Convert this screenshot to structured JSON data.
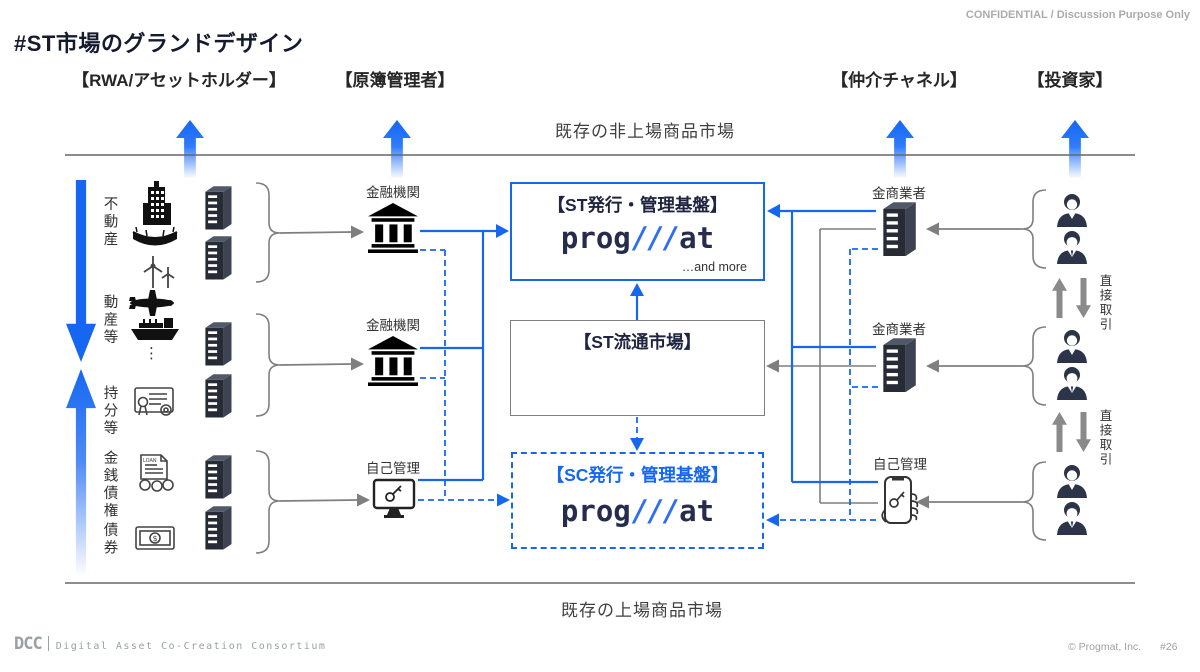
{
  "meta": {
    "confidential": "CONFIDENTIAL / Discussion Purpose Only",
    "copyright": "© Progmat, Inc.",
    "page_number": "#26"
  },
  "title": "#ST市場のグランドデザイン",
  "headers": {
    "rwa": "【RWA/アセットホルダー】",
    "registrar": "【原簿管理者】",
    "channel": "【仲介チャネル】",
    "investor": "【投資家】"
  },
  "markets": {
    "top": "既存の非上場商品市場",
    "bottom": "既存の上場商品市場"
  },
  "assets": {
    "labels": [
      "不動産",
      "動産等",
      "持分等",
      "金銭債権",
      "債券"
    ],
    "ellipsis": "⋮"
  },
  "registrar_nodes": {
    "fin1": "金融機関",
    "fin2": "金融機関",
    "self": "自己管理"
  },
  "channel_nodes": {
    "dealer1": "金商業者",
    "dealer2": "金商業者",
    "self": "自己管理"
  },
  "boxes": {
    "st_issue": {
      "title": "【ST発行・管理基盤】",
      "logo_pre": "prog",
      "logo_slash": "///",
      "logo_post": "at",
      "more": "…and more"
    },
    "st_market": {
      "title": "【ST流通市場】"
    },
    "sc_issue": {
      "title": "【SC発行・管理基盤】",
      "logo_pre": "prog",
      "logo_slash": "///",
      "logo_post": "at"
    }
  },
  "investors": {
    "direct_trade1": "直接取引",
    "direct_trade2": "直接取引"
  },
  "footer": {
    "dcc": "DCC",
    "dcc_full": "Digital Asset Co-Creation Consortium"
  },
  "colors": {
    "accent_blue": "#1567f2",
    "line_gray": "#7f7f7f",
    "dark_navy": "#1f2440"
  }
}
